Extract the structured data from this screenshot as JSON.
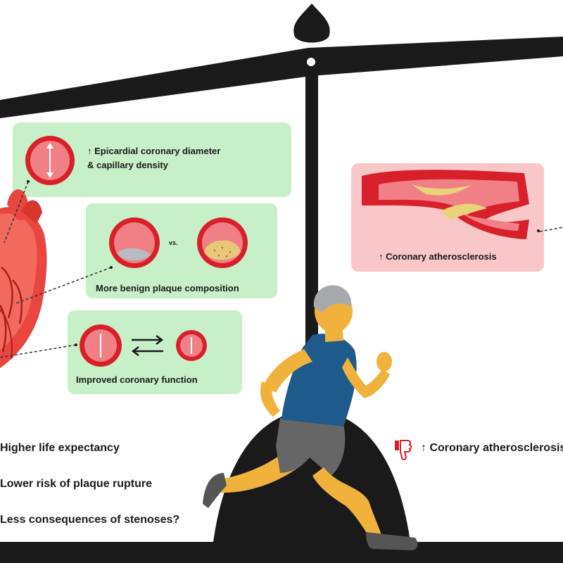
{
  "colors": {
    "benefit_box": "#c8f0c8",
    "risk_box": "#f9c7c7",
    "artery_red": "#d8202a",
    "artery_pink": "#f07f86",
    "scale_black": "#1a1a1a",
    "shirt_blue": "#1f5a8c",
    "skin": "#f0b23c"
  },
  "benefits": {
    "diameter": {
      "arrow": "↑",
      "line1": "Epicardial coronary diameter",
      "line2": "& capillary density"
    },
    "plaque": {
      "vs_label": "vs.",
      "caption": "More benign plaque composition"
    },
    "function": {
      "caption": "Improved coronary function"
    }
  },
  "risk": {
    "arrow": "↑",
    "caption": "Coronary atherosclerosis"
  },
  "outcomes_left": [
    {
      "text": "Higher life expectancy"
    },
    {
      "text": "Lower risk of plaque rupture"
    },
    {
      "text": "Less consequences of stenoses?"
    }
  ],
  "outcomes_right": [
    {
      "icon": "thumbs-down-icon",
      "arrow": "↑",
      "text": "Coronary atherosclerosis"
    }
  ]
}
